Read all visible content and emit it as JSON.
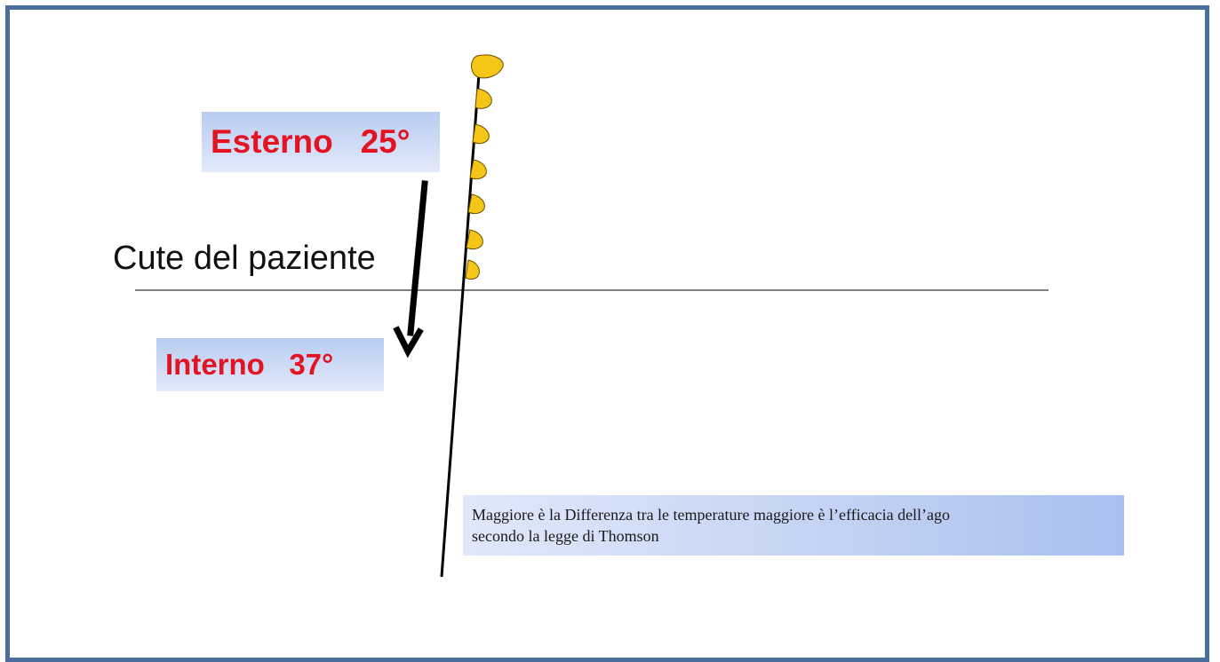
{
  "labels": {
    "external": "Esterno   25°",
    "internal": "Interno   37°",
    "skin": "Cute del paziente"
  },
  "note": {
    "line1": "Maggiore è la Differenza tra le temperature maggiore è  l’efficacia dell’ago",
    "line2": "secondo la legge di Thomson"
  },
  "colors": {
    "frame_border": "#4a6f9c",
    "label_text": "#e31322",
    "label_box": "#c6d6f4",
    "needle_handle": "#f5c518",
    "skin_line": "#555555",
    "arrow": "#000000"
  }
}
